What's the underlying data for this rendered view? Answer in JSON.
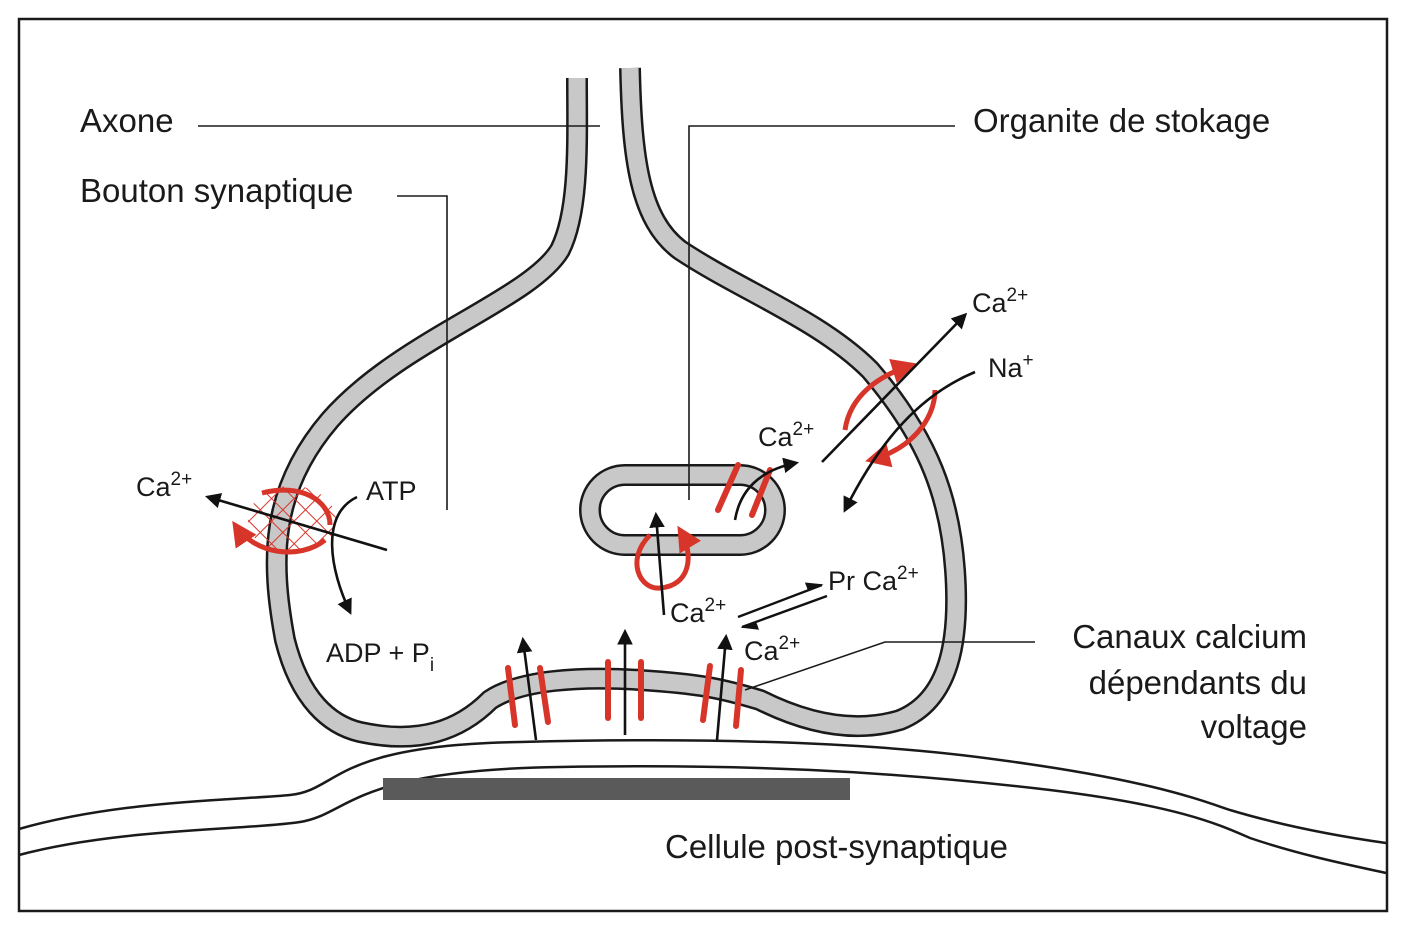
{
  "diagram": {
    "title": "Régulation du calcium dans le bouton synaptique",
    "colors": {
      "membrane_fill": "#c8c8c8",
      "outline": "#1a1a1a",
      "accent_red": "#d8352a",
      "density_fill": "#5a5a5a",
      "background": "#ffffff"
    },
    "labels": {
      "axone": "Axone",
      "bouton": "Bouton synaptique",
      "organite": "Organite de stokage",
      "canaux_line1": "Canaux calcium",
      "canaux_line2": "dépendants du",
      "canaux_line3": "voltage",
      "post": "Cellule post-synaptique"
    },
    "ions": {
      "ca": "Ca",
      "ca_charge": "2+",
      "na": "Na",
      "na_charge": "+",
      "atp": "ATP",
      "adp": "ADP + P",
      "adp_sub": "i",
      "pr_ca": "Pr Ca"
    },
    "mechanisms": [
      {
        "name": "Ca-ATPase pump",
        "direction": "efflux",
        "location": "left membrane"
      },
      {
        "name": "Na/Ca exchanger",
        "direction": "Ca efflux / Na influx",
        "location": "right membrane"
      },
      {
        "name": "Storage organelle uptake pump",
        "direction": "into organelle"
      },
      {
        "name": "Storage organelle release channel",
        "direction": "out of organelle"
      },
      {
        "name": "Protein binding",
        "equation": "Ca2+ ⇌ Pr Ca2+"
      },
      {
        "name": "Voltage-dependent calcium channels",
        "count": 3,
        "direction": "influx"
      }
    ]
  }
}
